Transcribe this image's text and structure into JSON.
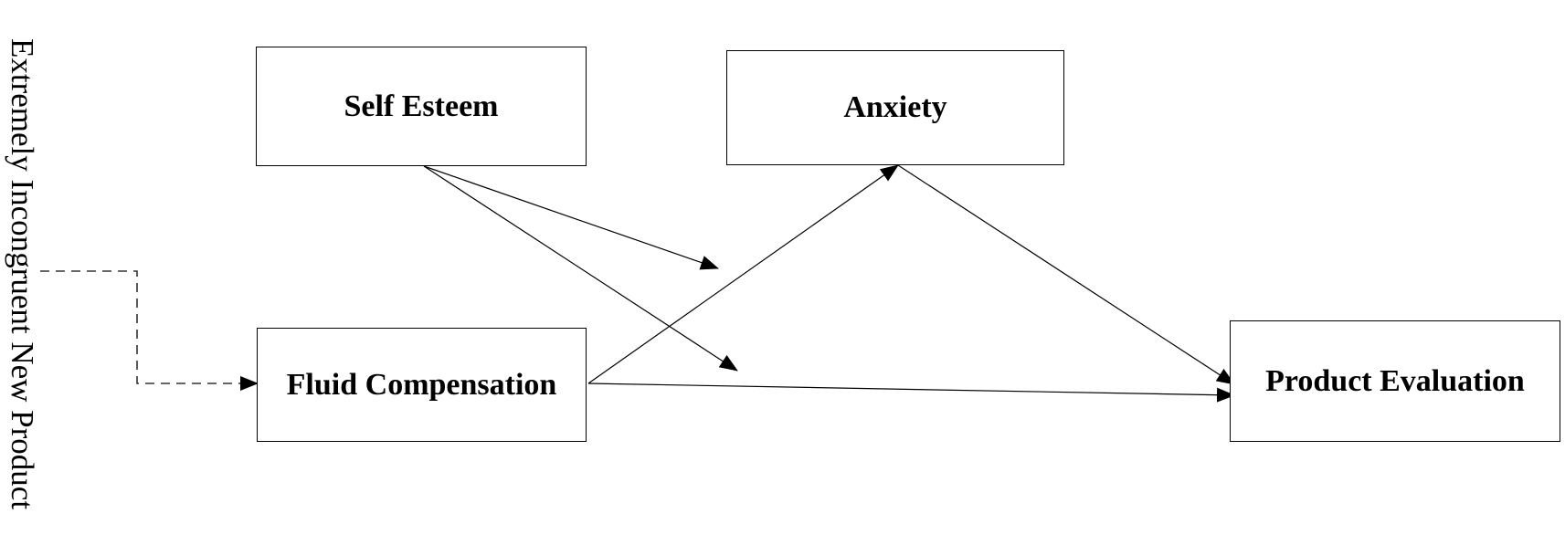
{
  "diagram": {
    "left_label": "Extremely Incongruent New Product",
    "nodes": {
      "self_esteem": "Self Esteem",
      "anxiety": "Anxiety",
      "fluid_compensation": "Fluid Compensation",
      "product_evaluation": "Product Evaluation"
    },
    "edges": [
      {
        "from": "Extremely Incongruent New Product",
        "to": "Fluid Compensation",
        "style": "dashed"
      },
      {
        "from": "Fluid Compensation",
        "to": "Anxiety",
        "style": "solid"
      },
      {
        "from": "Anxiety",
        "to": "Product Evaluation",
        "style": "solid"
      },
      {
        "from": "Fluid Compensation",
        "to": "Product Evaluation",
        "style": "solid"
      },
      {
        "from": "Self Esteem",
        "to": "Fluid Compensation → Anxiety path (moderation)",
        "style": "solid"
      },
      {
        "from": "Self Esteem",
        "to": "Fluid Compensation → Product Evaluation path (moderation)",
        "style": "solid"
      }
    ]
  }
}
